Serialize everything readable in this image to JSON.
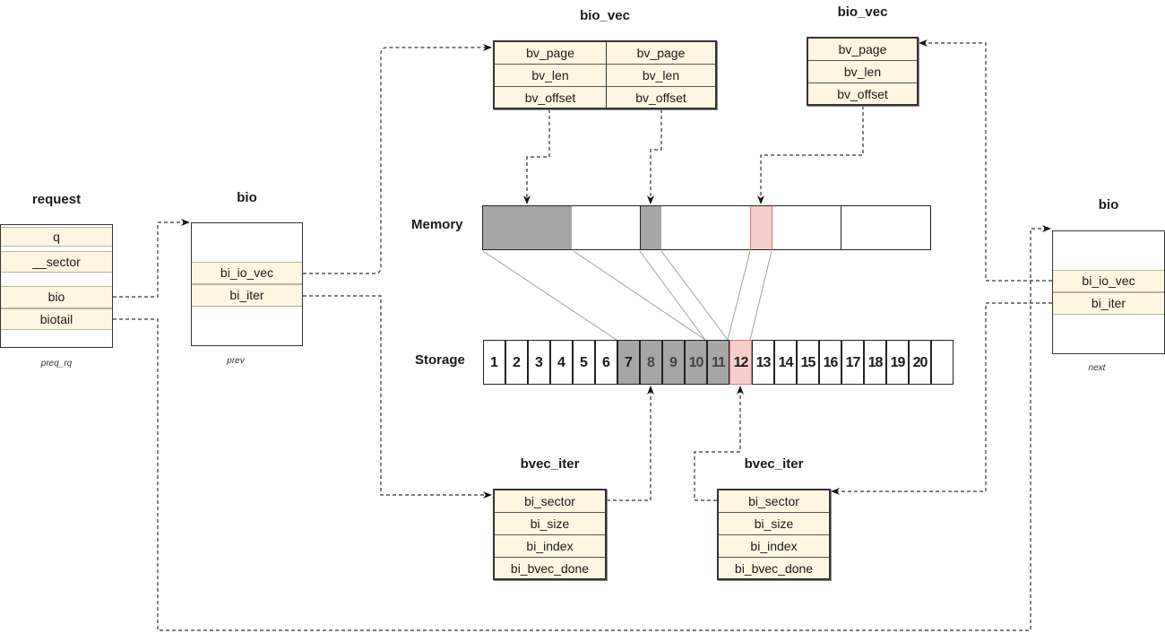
{
  "colors": {
    "field_fill": "#fff6e1",
    "gray_block": "#a6a6a6",
    "pink_block": "#f8cecc",
    "pink_border": "#d07a78"
  },
  "request": {
    "title": "request",
    "fields": [
      "q",
      "__sector",
      "",
      "bio",
      "biotail",
      ""
    ],
    "caption": "preq_rq"
  },
  "bio_prev": {
    "title": "bio",
    "fields": [
      "bi_io_vec",
      "bi_iter"
    ],
    "caption": "prev"
  },
  "bio_next": {
    "title": "bio",
    "fields": [
      "bi_io_vec",
      "bi_iter"
    ],
    "caption": "next"
  },
  "bio_vec_left": {
    "title": "bio_vec",
    "columns": [
      [
        "bv_page",
        "bv_len",
        "bv_offset"
      ],
      [
        "bv_page",
        "bv_len",
        "bv_offset"
      ]
    ]
  },
  "bio_vec_right": {
    "title": "bio_vec",
    "fields": [
      "bv_page",
      "bv_len",
      "bv_offset"
    ]
  },
  "memory": {
    "label": "Memory",
    "segments": [
      {
        "state": "gray"
      },
      {
        "state": "empty"
      },
      {
        "state": "gray"
      },
      {
        "state": "empty"
      },
      {
        "state": "pink"
      },
      {
        "state": "empty"
      },
      {
        "state": "empty"
      }
    ]
  },
  "storage": {
    "label": "Storage",
    "blocks": [
      {
        "n": "1",
        "state": "empty"
      },
      {
        "n": "2",
        "state": "empty"
      },
      {
        "n": "3",
        "state": "empty"
      },
      {
        "n": "4",
        "state": "empty"
      },
      {
        "n": "5",
        "state": "empty"
      },
      {
        "n": "6",
        "state": "empty"
      },
      {
        "n": "7",
        "state": "gray"
      },
      {
        "n": "8",
        "state": "gray"
      },
      {
        "n": "9",
        "state": "gray"
      },
      {
        "n": "10",
        "state": "gray"
      },
      {
        "n": "11",
        "state": "gray"
      },
      {
        "n": "12",
        "state": "pink"
      },
      {
        "n": "13",
        "state": "empty"
      },
      {
        "n": "14",
        "state": "empty"
      },
      {
        "n": "15",
        "state": "empty"
      },
      {
        "n": "16",
        "state": "empty"
      },
      {
        "n": "17",
        "state": "empty"
      },
      {
        "n": "18",
        "state": "empty"
      },
      {
        "n": "19",
        "state": "empty"
      },
      {
        "n": "20",
        "state": "empty"
      },
      {
        "n": "",
        "state": "empty"
      }
    ]
  },
  "bvec_iter_left": {
    "title": "bvec_iter",
    "fields": [
      "bi_sector",
      "bi_size",
      "bi_index",
      "bi_bvec_done"
    ]
  },
  "bvec_iter_right": {
    "title": "bvec_iter",
    "fields": [
      "bi_sector",
      "bi_size",
      "bi_index",
      "bi_bvec_done"
    ]
  }
}
